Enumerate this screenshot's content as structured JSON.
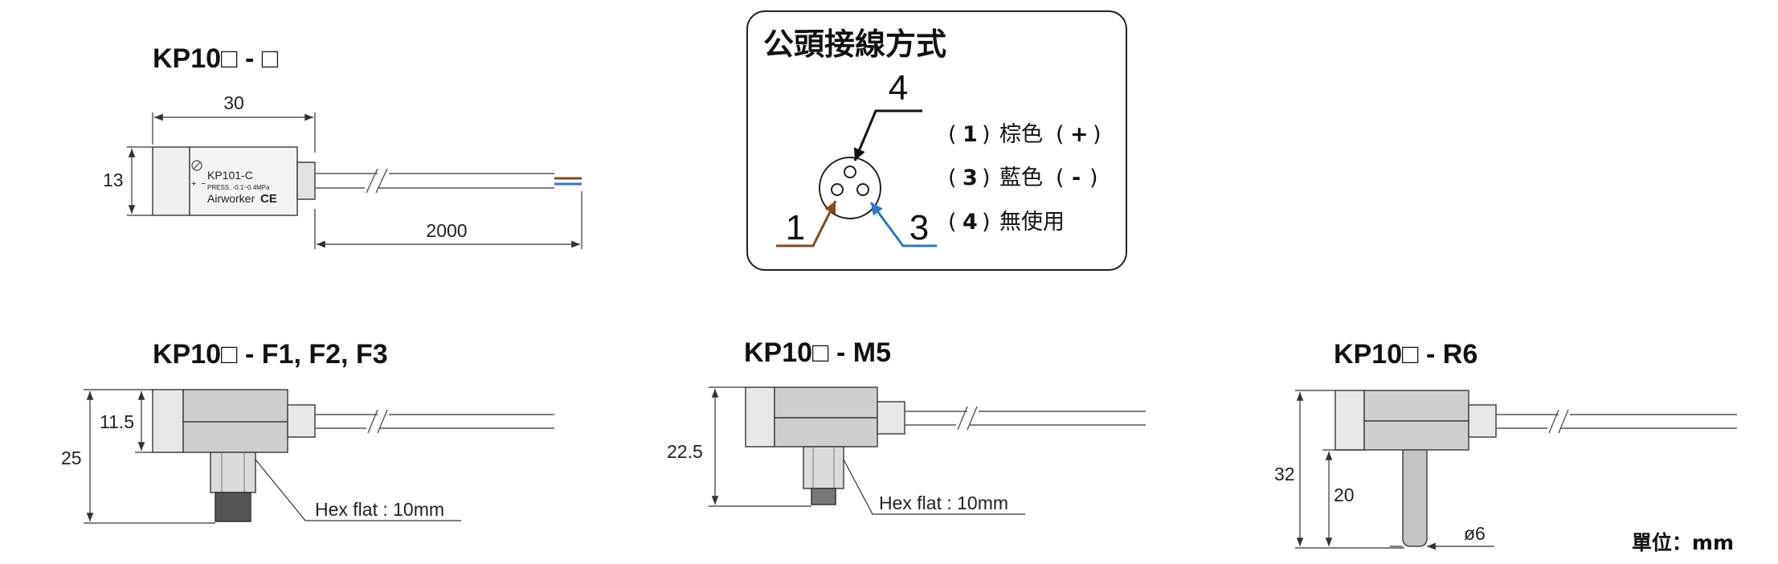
{
  "views": {
    "main": {
      "title": "KP10□ - □",
      "dim_length": "30",
      "dim_height": "13",
      "dim_cable": "2000",
      "label_model": "KP101-C",
      "label_press": "PRESS. -0.1~0.4MPa",
      "label_brand": "Airworker",
      "ce_mark": "CE"
    },
    "f": {
      "title": "KP10□ - F1, F2, F3",
      "dim_a": "11.5",
      "dim_b": "25",
      "note": "Hex flat : 10mm"
    },
    "m": {
      "title": "KP10□ -  M5",
      "dim_a": "22.5",
      "note": "Hex flat : 10mm"
    },
    "r": {
      "title": "KP10□ -  R6",
      "dim_a": "32",
      "dim_b": "20",
      "dim_dia": "ø6"
    }
  },
  "wiring": {
    "title": "公頭接線方式",
    "pins": [
      "4",
      "1",
      "3"
    ],
    "legend": [
      {
        "num": "1",
        "color_name": "棕色",
        "sign": "+"
      },
      {
        "num": "3",
        "color_name": "藍色",
        "sign": "-"
      },
      {
        "num": "4",
        "color_name": "無使用",
        "sign": ""
      }
    ],
    "wire_colors": {
      "brown": "#8a4a1e",
      "blue": "#2a78c8"
    }
  },
  "unit_label": "單位：mm"
}
